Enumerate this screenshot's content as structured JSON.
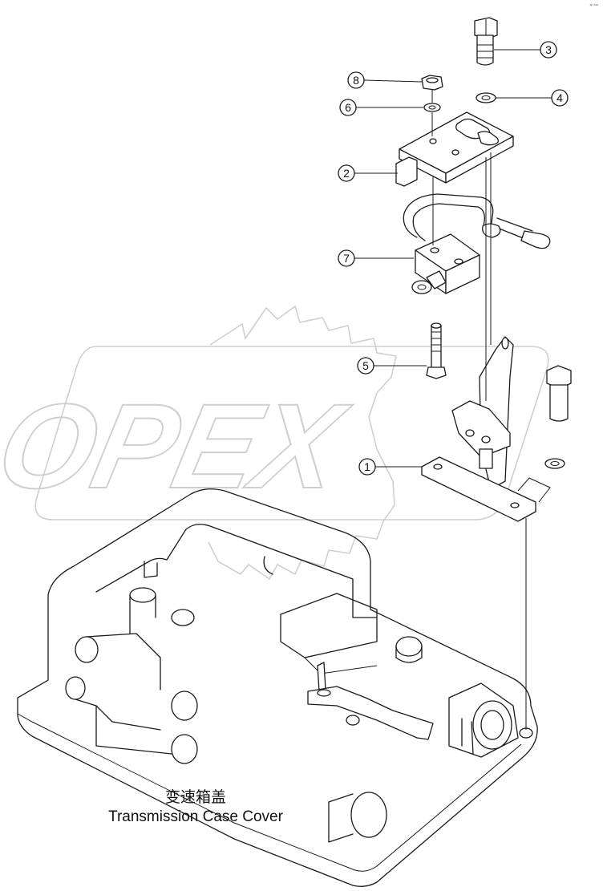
{
  "watermark": {
    "text": "OPEX",
    "color": "#cfcfcf"
  },
  "callouts": [
    {
      "number": "1",
      "part": "bracket-plate"
    },
    {
      "number": "2",
      "part": "switch-mounting-plate"
    },
    {
      "number": "3",
      "part": "bolt"
    },
    {
      "number": "4",
      "part": "washer"
    },
    {
      "number": "5",
      "part": "screw"
    },
    {
      "number": "6",
      "part": "spring-washer"
    },
    {
      "number": "7",
      "part": "switch"
    },
    {
      "number": "8",
      "part": "nut"
    }
  ],
  "caption": {
    "chinese": "变速箱盖",
    "english": "Transmission Case Cover"
  },
  "corner_mark": "ᵃᵖ ᵏᵃᵃ"
}
